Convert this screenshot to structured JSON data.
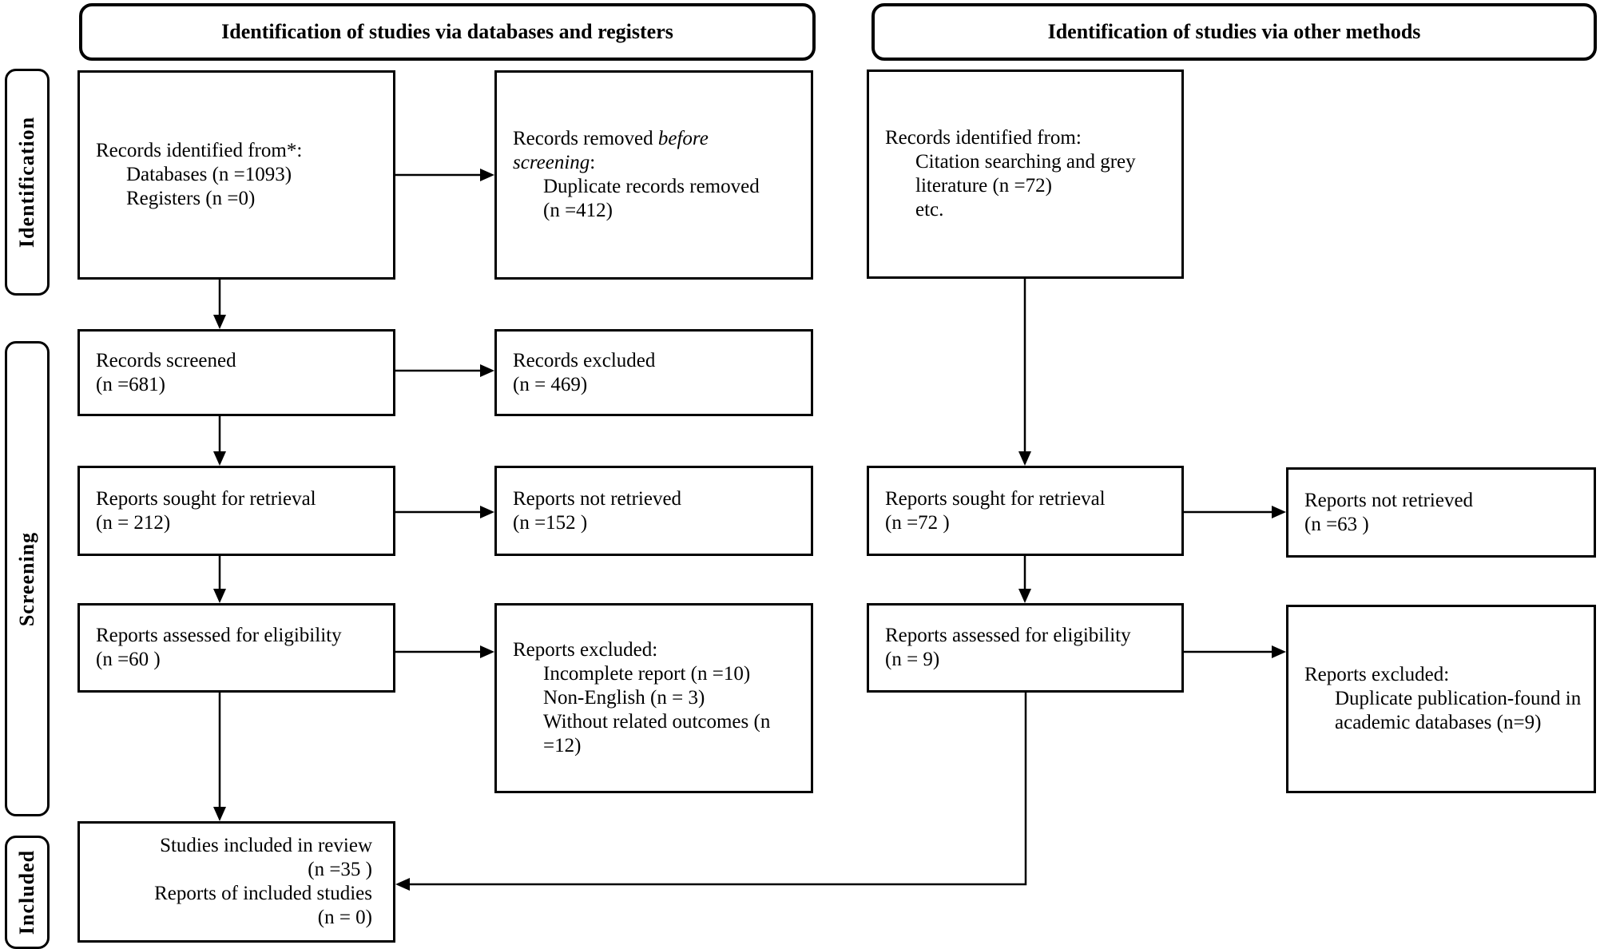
{
  "headers": {
    "left": "Identification of studies via databases and registers",
    "right": "Identification of studies via other methods"
  },
  "stages": {
    "identification": "Identification",
    "screening": "Screening",
    "included": "Included"
  },
  "boxes": {
    "records_identified_db": {
      "title": "Records identified from*:",
      "item1": "Databases (n =1093)",
      "item2": "Registers (n =0)"
    },
    "records_removed": {
      "l1_text": "Records removed ",
      "l1_italic": "before",
      "l2_italic": "screening",
      "l2_text": ":",
      "item1": "Duplicate records removed",
      "item2": "(n =412)"
    },
    "records_screened": {
      "l1": "Records screened",
      "l2": "(n =681)"
    },
    "records_excluded": {
      "l1": "Records excluded",
      "l2": "(n = 469)"
    },
    "reports_sought_db": {
      "l1": "Reports sought for retrieval",
      "l2": "(n = 212)"
    },
    "reports_not_retrieved_db": {
      "l1": "Reports not retrieved",
      "l2": "(n =152 )"
    },
    "reports_assessed_db": {
      "l1": "Reports assessed for eligibility",
      "l2": "(n =60 )"
    },
    "reports_excluded_db": {
      "title": "Reports excluded:",
      "item1": "Incomplete report (n =10)",
      "item2": "Non-English (n = 3)",
      "item3": "Without related outcomes (n",
      "item4": "=12)"
    },
    "studies_included": {
      "l1": "Studies included in review",
      "l2": "(n =35 )",
      "l3": "Reports of included studies",
      "l4": "(n = 0)"
    },
    "records_identified_other": {
      "title": "Records identified from:",
      "item1": "Citation searching and grey",
      "item2": "literature (n =72)",
      "item3": "etc."
    },
    "reports_sought_other": {
      "l1": "Reports sought for retrieval",
      "l2": "(n =72 )"
    },
    "reports_not_retrieved_other": {
      "l1": "Reports not retrieved",
      "l2": "(n =63 )"
    },
    "reports_assessed_other": {
      "l1": "Reports assessed for eligibility",
      "l2": "(n = 9)"
    },
    "reports_excluded_other": {
      "title": "Reports excluded:",
      "item1": "Duplicate publication-found in",
      "item2": "academic databases (n=9)"
    }
  },
  "colors": {
    "line": "#000000",
    "background": "#ffffff",
    "text": "#000000"
  }
}
